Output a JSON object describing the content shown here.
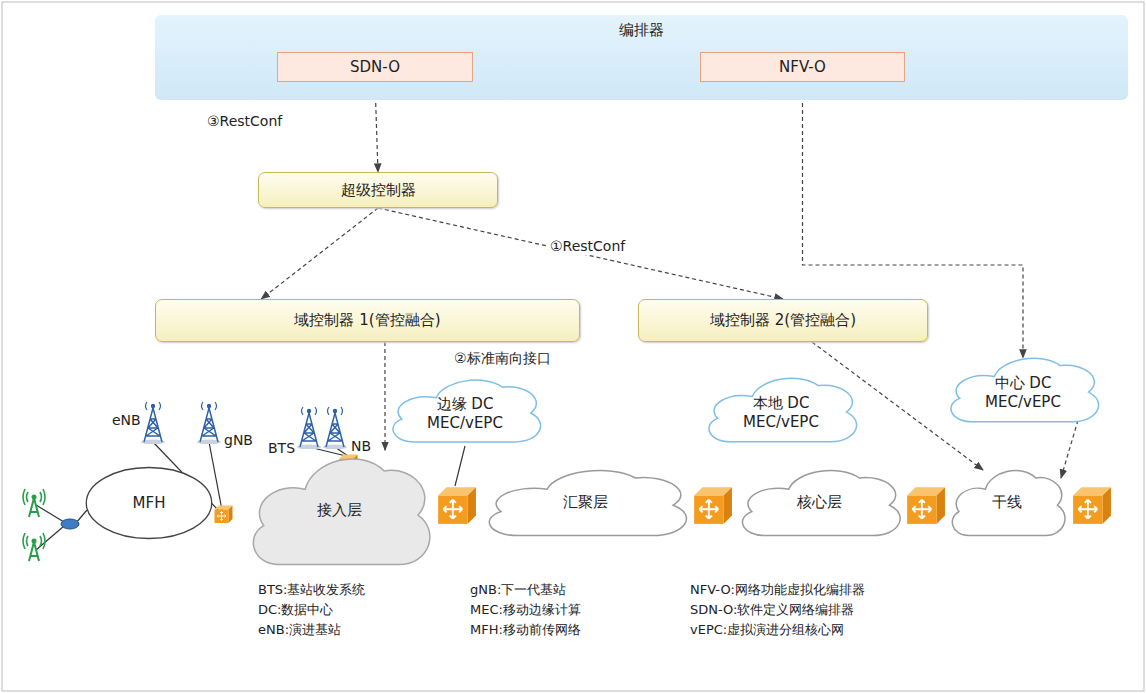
{
  "diagram": {
    "nodes": [
      {
        "text": [
          "编排器"
        ]
      },
      {
        "text": [
          "SDN-O"
        ],
        "in": 0
      },
      {
        "text": [
          "NFV-O"
        ],
        "in": 0
      },
      {
        "text": [
          "超级控制器"
        ]
      },
      {
        "text": [
          "域控制器 1(管控融合)"
        ]
      },
      {
        "text": [
          "域控制器 2(管控融合)"
        ]
      },
      {
        "text": [
          "边缘 DC MEC/vEPC"
        ]
      },
      {
        "text": [
          "本地 DC MEC/vEPC"
        ]
      },
      {
        "text": [
          "中心 DC MEC/vEPC"
        ]
      },
      {
        "text": [
          "MFH"
        ]
      },
      {
        "text": [
          "接入层"
        ]
      },
      {
        "text": [
          "汇聚层"
        ]
      },
      {
        "text": [
          "核心层"
        ]
      },
      {
        "text": [
          "干线"
        ]
      }
    ],
    "edges": [
      {
        "from": 1,
        "to": 3,
        "arrow": "to",
        "label": "③RestConf"
      },
      {
        "from": 3,
        "to": 4,
        "arrow": "to"
      },
      {
        "from": 3,
        "to": 5,
        "arrow": "to",
        "label": "①RestConf"
      },
      {
        "from": 2,
        "to": 8,
        "arrow": "to"
      },
      {
        "from": 4,
        "to": 10,
        "arrow": "to",
        "label": "②标准南向接口"
      },
      {
        "from": 5,
        "to": 13,
        "arrow": "to"
      },
      {
        "from": 8,
        "to": 13,
        "arrow": "to"
      }
    ],
    "labels": [
      "eNB",
      "gNB",
      "BTS",
      "NB",
      "BTS:基站收发系统",
      "DC:数据中心",
      "eNB:演进基站",
      "gNB:下一代基站",
      "MEC:移动边缘计算",
      "MFH:移动前传网络",
      "NFV-O:网络功能虚拟化编排器",
      "SDN-O:软件定义网络编排器",
      "vEPC:虚拟演进分组核心网"
    ]
  }
}
